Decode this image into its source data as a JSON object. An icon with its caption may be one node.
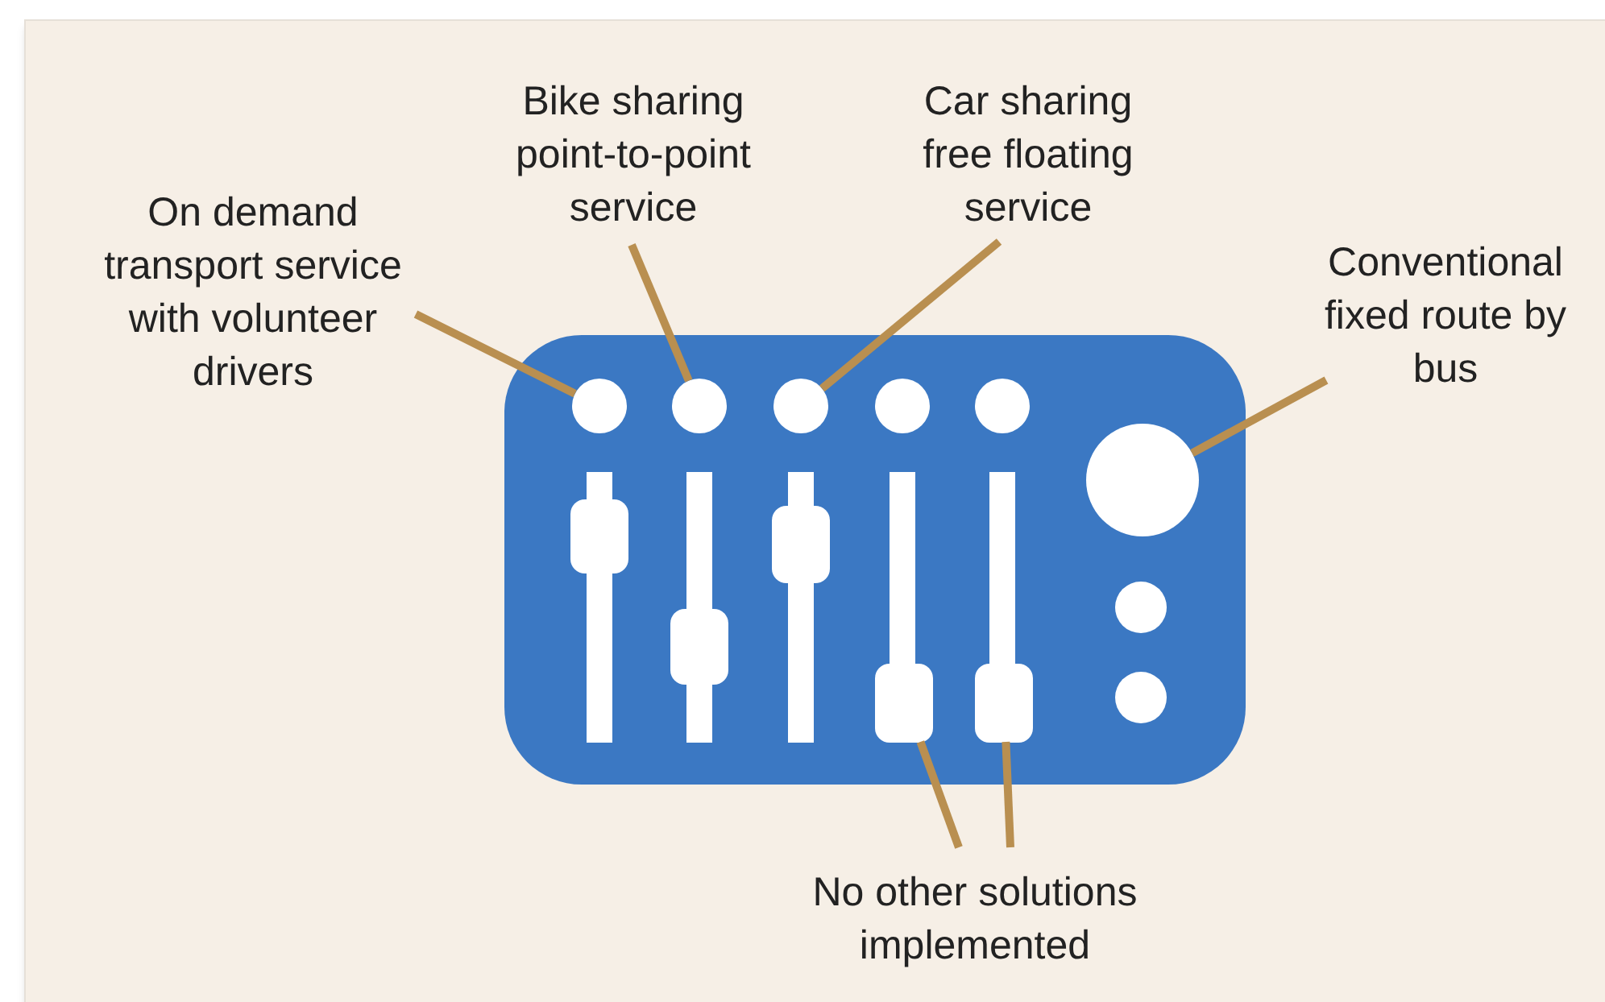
{
  "diagram": {
    "nodes": [
      {
        "text": [
          "On demand transport service with volunteer drivers"
        ]
      },
      {
        "text": [
          "Bike sharing point-to-point service"
        ]
      },
      {
        "text": [
          "Car sharing free floating service"
        ]
      },
      {
        "text": [
          "Conventional fixed route by bus"
        ]
      },
      {
        "text": [
          "No other solutions implemented"
        ]
      },
      {
        "text": [],
        "shape": "circle"
      },
      {
        "text": [],
        "shape": "circle"
      },
      {
        "text": [],
        "shape": "circle"
      },
      {
        "text": [],
        "shape": "circle"
      },
      {
        "text": [],
        "shape": "circle"
      },
      {
        "text": [],
        "shape": "circle"
      },
      {
        "text": [],
        "shape": "box"
      },
      {
        "text": [],
        "shape": "box"
      },
      {
        "text": [],
        "shape": "box"
      },
      {
        "text": [],
        "shape": "circle"
      },
      {
        "text": [],
        "shape": "circle"
      },
      {
        "text": [],
        "shape": "box"
      },
      {
        "text": [],
        "shape": "box"
      }
    ],
    "edges": [
      {
        "from": 0,
        "to": 5,
        "arrow": "none"
      },
      {
        "from": 1,
        "to": 6,
        "arrow": "none"
      },
      {
        "from": 2,
        "to": 7,
        "arrow": "none"
      },
      {
        "from": 3,
        "to": 10,
        "arrow": "none"
      },
      {
        "from": 4,
        "to": 16,
        "arrow": "none"
      },
      {
        "from": 4,
        "to": 17,
        "arrow": "none"
      }
    ]
  }
}
